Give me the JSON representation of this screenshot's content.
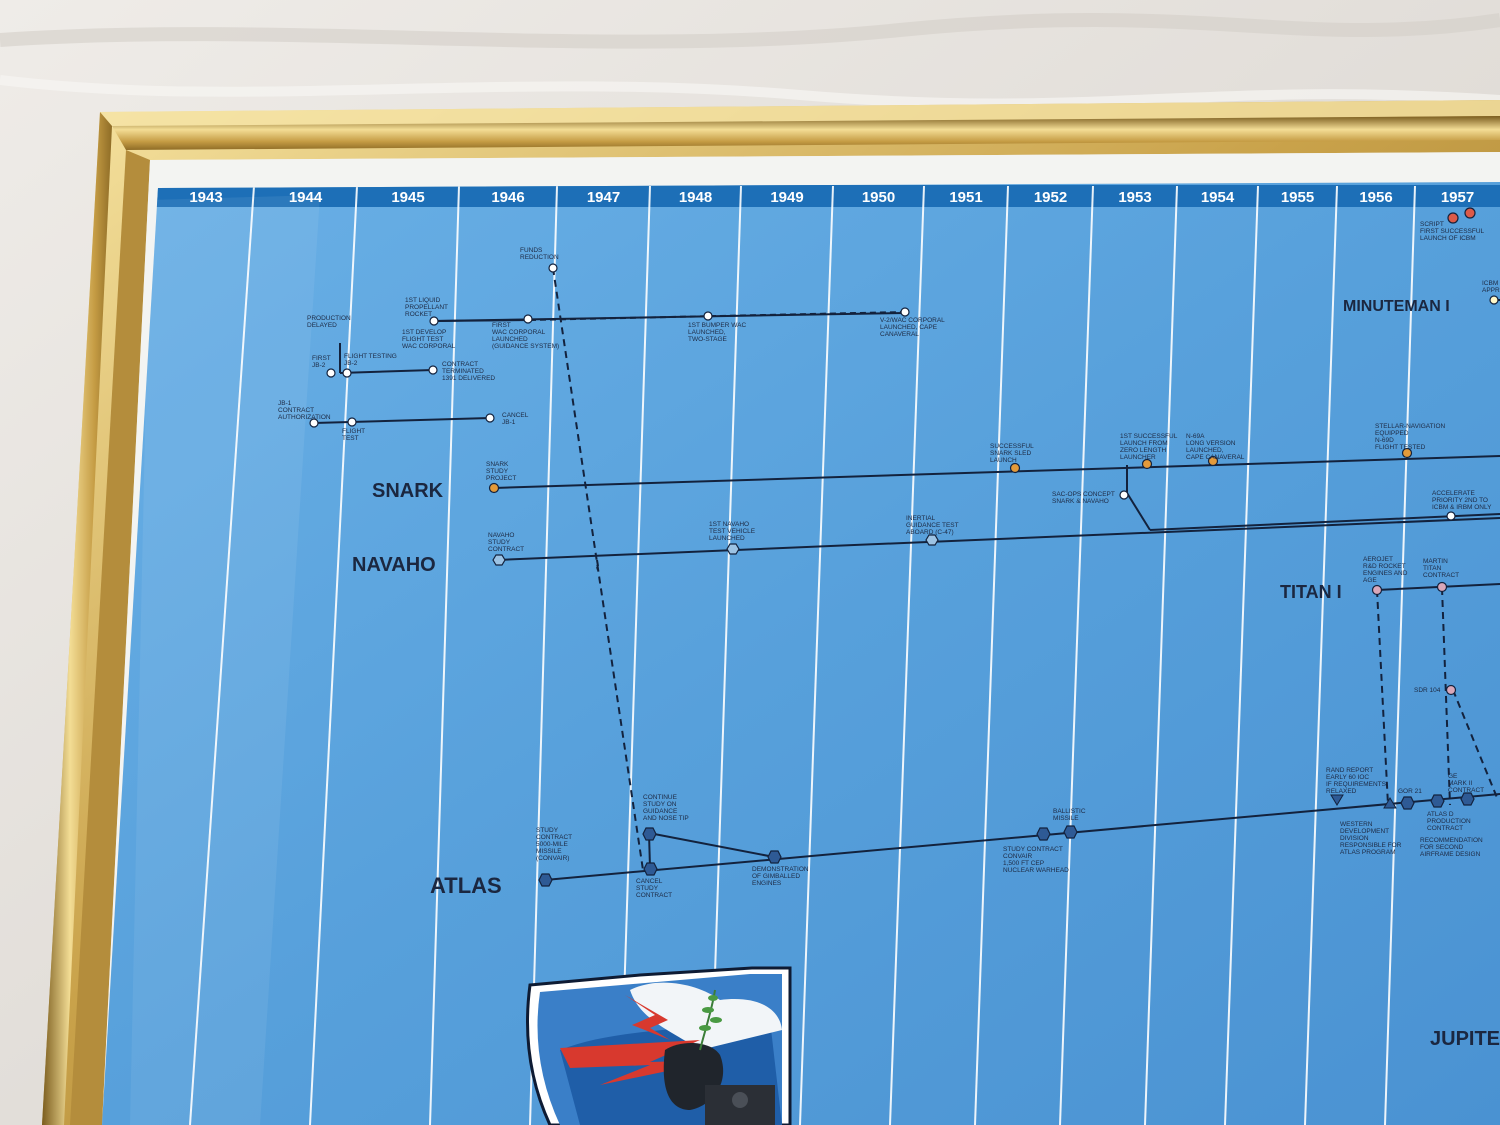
{
  "years": [
    "1943",
    "1944",
    "1945",
    "1946",
    "1947",
    "1948",
    "1949",
    "1950",
    "1951",
    "1952",
    "1953",
    "1954",
    "1955",
    "1956",
    "1957"
  ],
  "programs": {
    "snark": "SNARK",
    "navaho": "NAVAHO",
    "atlas": "ATLAS",
    "titan": "TITAN I",
    "minuteman": "MINUTEMAN I",
    "jupiter": "JUPITE"
  },
  "events": {
    "funds": [
      "FUNDS",
      "REDUCTION"
    ],
    "liquid": [
      "1ST LIQUID",
      "PROPELLANT",
      "ROCKET"
    ],
    "develop": [
      "1ST DEVELOP",
      "FLIGHT TEST",
      "WAC CORPORAL"
    ],
    "wac_first": [
      "FIRST",
      "WAC CORPORAL",
      "LAUNCHED",
      "(GUIDANCE SYSTEM)"
    ],
    "bumper": [
      "1ST BUMPER WAC",
      "LAUNCHED,",
      "TWO-STAGE"
    ],
    "v2": [
      "V-2/WAC CORPORAL",
      "LAUNCHED, CAPE",
      "CANAVERAL"
    ],
    "prod_delayed": [
      "PRODUCTION",
      "DELAYED"
    ],
    "first_jb2": [
      "FIRST",
      "JB-2"
    ],
    "flight_testing": [
      "FLIGHT TESTING",
      "JB-2"
    ],
    "contract_term": [
      "CONTRACT",
      "TERMINATED",
      "1391 DELIVERED"
    ],
    "jb1": [
      "JB-1",
      "CONTRACT",
      "AUTHORIZATION"
    ],
    "flight_test": [
      "FLIGHT",
      "TEST"
    ],
    "cancel_jb1": [
      "CANCEL",
      "JB-1"
    ],
    "snark_study": [
      "SNARK",
      "STUDY",
      "PROJECT"
    ],
    "sled": [
      "SUCCESSFUL",
      "SNARK SLED",
      "LAUNCH"
    ],
    "zero_length": [
      "1ST SUCCESSFUL",
      "LAUNCH FROM",
      "ZERO LENGTH",
      "LAUNCHER"
    ],
    "n69a": [
      "N-69A",
      "LONG VERSION",
      "LAUNCHED,",
      "CAPE CANAVERAL"
    ],
    "stellar": [
      "STELLAR-NAVIGATION",
      "EQUIPPED",
      "N-69D",
      "FLIGHT TESTED"
    ],
    "sac_ops": [
      "SAC-OPS CONCEPT",
      "SNARK & NAVAHO"
    ],
    "accelerate": [
      "ACCELERATE",
      "PRIORITY 2ND TO",
      "ICBM & IRBM ONLY"
    ],
    "navaho_study": [
      "NAVAHO",
      "STUDY",
      "CONTRACT"
    ],
    "navaho_test": [
      "1ST NAVAHO",
      "TEST VEHICLE",
      "LAUNCHED"
    ],
    "inertial": [
      "INERTIAL",
      "GUIDANCE TEST",
      "ABOARD (C-47)"
    ],
    "aerojet": [
      "AEROJET",
      "R&D ROCKET",
      "ENGINES AND",
      "AGE"
    ],
    "martin": [
      "MARTIN",
      "TITAN",
      "CONTRACT"
    ],
    "sdr104": [
      "SDR 104"
    ],
    "first_icbm": [
      "SCRIPT",
      "FIRST SUCCESSFUL",
      "LAUNCH OF ICBM"
    ],
    "icbm_approved": [
      "ICBM",
      "APPROV"
    ],
    "atlas_study": [
      "STUDY",
      "CONTRACT",
      "5000-MILE",
      "MISSILE",
      "(CONVAIR)"
    ],
    "continue_study": [
      "CONTINUE",
      "STUDY ON",
      "GUIDANCE",
      "AND NOSE TIP"
    ],
    "cancel_study": [
      "CANCEL",
      "STUDY",
      "CONTRACT"
    ],
    "gimballed": [
      "DEMONSTRATION",
      "OF GIMBALLED",
      "ENGINES"
    ],
    "convair_study": [
      "STUDY CONTRACT",
      "CONVAIR",
      "1,500 FT CEP",
      "NUCLEAR WARHEAD"
    ],
    "ballistic": [
      "BALLISTIC",
      "MISSILE"
    ],
    "rand": [
      "RAND REPORT",
      "EARLY 60 IOC",
      "IF REQUIREMENTS",
      "RELAXED"
    ],
    "western": [
      "WESTERN",
      "DEVELOPMENT",
      "DIVISION",
      "RESPONSIBLE FOR",
      "ATLAS PROGRAM"
    ],
    "gor": [
      "GOR 21"
    ],
    "mark2": [
      "GE",
      "MARK II",
      "CONTRACT"
    ],
    "atlas_d": [
      "ATLAS D",
      "PRODUCTION",
      "CONTRACT"
    ],
    "recommend": [
      "RECOMMENDATION",
      "FOR SECOND",
      "AIRFRAME DESIGN"
    ]
  },
  "colors": {
    "poster_blue": "#5aa2dc",
    "header_blue": "#1c73bb",
    "frame_gold": "#c9a24a",
    "snark_node": "#e39a3a",
    "atlas_node": "#2e5a95",
    "titan_node": "#d9a7b9",
    "minuteman_node": "#dc5a48"
  }
}
